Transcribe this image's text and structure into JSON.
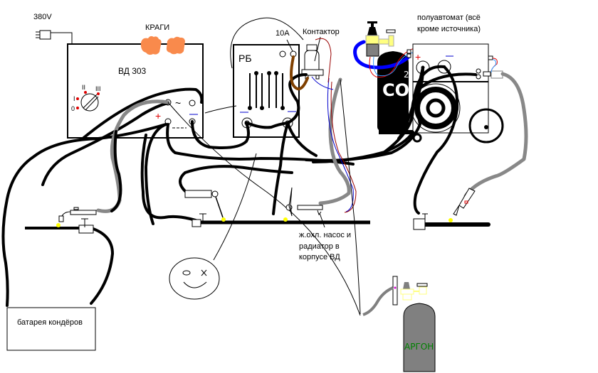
{
  "labels": {
    "voltage": "380V",
    "gloves": "КРАГИ",
    "welder": "ВД 303",
    "ballast": "РБ",
    "fuse": "10А",
    "contactor": "Контактор",
    "semiauto_line1": "полуавтомат (всё",
    "semiauto_line2": "кроме источника)",
    "co2": "CO",
    "co2_sub": "2",
    "cooling_line1": "ж.охл. насос и",
    "cooling_line2": "радиатор в",
    "cooling_line3": "корпусе ВД",
    "capacitors": "батарея кондёров",
    "argon": "АРГОН",
    "plus": "+",
    "minus": "—",
    "tilde": "~",
    "switch_I": "I",
    "switch_II": "II",
    "switch_III": "III",
    "switch_0": "0"
  },
  "colors": {
    "glove": "#f98a4c",
    "plus": "#e00000",
    "minus": "#0000cc",
    "gas_hose": "#0000ff",
    "coolant_red": "#990000",
    "coolant_blue": "#0000cc",
    "argon_cylinder": "#808080",
    "argon_text": "#008000",
    "regulator": "#ffff80",
    "arc_point": "#ffff00"
  }
}
